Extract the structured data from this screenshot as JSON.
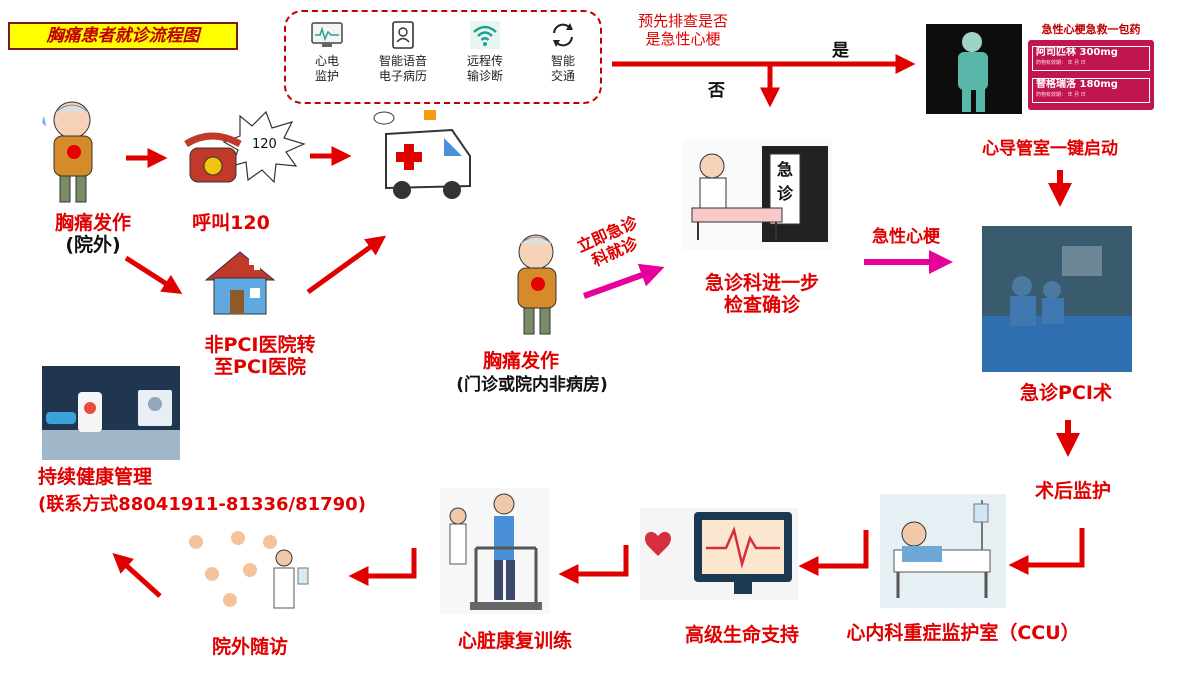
{
  "title": "胸痛患者就诊流程图",
  "tech_icons": [
    {
      "icon": "ecg-monitor-icon",
      "label_line1": "心电",
      "label_line2": "监护"
    },
    {
      "icon": "patient-record-icon",
      "label_line1": "智能语音",
      "label_line2": "电子病历"
    },
    {
      "icon": "wifi-icon",
      "label_line1": "远程传",
      "label_line2": "输诊断"
    },
    {
      "icon": "refresh-cycle-icon",
      "label_line1": "智能",
      "label_line2": "交通"
    }
  ],
  "question": {
    "line1": "预先排查是否",
    "line2": "是急性心梗"
  },
  "yes": "是",
  "no": "否",
  "medicine": {
    "header": "急性心梗急救一包药",
    "drug1": "阿司匹林 300mg",
    "drug2": "替格瑞洛 180mg",
    "small1": "药物有效期：    年   月   日",
    "small2": "药物有效期：    年   月   日"
  },
  "nodes": {
    "onset_out": {
      "line1": "胸痛发作",
      "line2": "(院外)"
    },
    "call": "呼叫120",
    "call_bubble": "120",
    "transfer": {
      "line1": "非PCI医院转",
      "line2": "至PCI医院"
    },
    "onset_in": {
      "line1": "胸痛发作",
      "line2": "(门诊或院内非病房)"
    },
    "immediate": {
      "line1": "立即急诊",
      "line2": "科就诊"
    },
    "er_check": {
      "line1": "急诊科进一步",
      "line2": "检查确诊"
    },
    "er_sign": {
      "line1": "急",
      "line2": "诊"
    },
    "ami": "急性心梗",
    "cath_lab": "心导管室一键启动",
    "pci": "急诊PCI术",
    "post_monitor": "术后监护",
    "ccu": "心内科重症监护室（CCU）",
    "life_support": "高级生命支持",
    "rehab": "心脏康复训练",
    "followup": "院外随访",
    "health": {
      "line1": "持续健康管理",
      "line2": "(联系方式88041911-81336/81790)"
    }
  },
  "colors": {
    "red": "#e00000",
    "magenta": "#e8009a",
    "title_bg": "#ffff00",
    "dark_bg": "#0d0d0d"
  }
}
